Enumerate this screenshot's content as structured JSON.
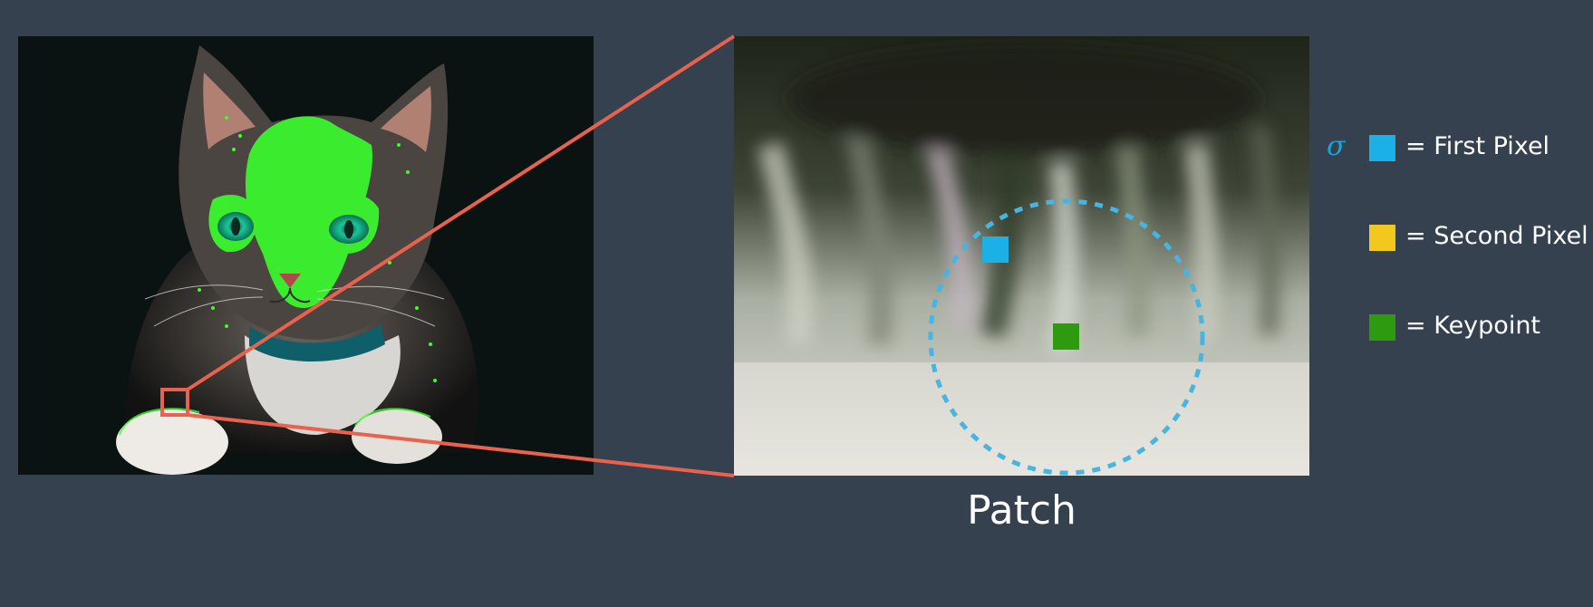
{
  "caption": "Patch",
  "legend": {
    "sigma": "σ",
    "items": [
      {
        "label": "= First Pixel",
        "color": "#1bb1e7"
      },
      {
        "label": "= Second Pixel",
        "color": "#f2c81e"
      },
      {
        "label": "= Keypoint",
        "color": "#2e9a0f"
      }
    ]
  },
  "colors": {
    "background": "#35414f",
    "connector": "#e8624e",
    "sampling_circle": "#48b4e0"
  }
}
